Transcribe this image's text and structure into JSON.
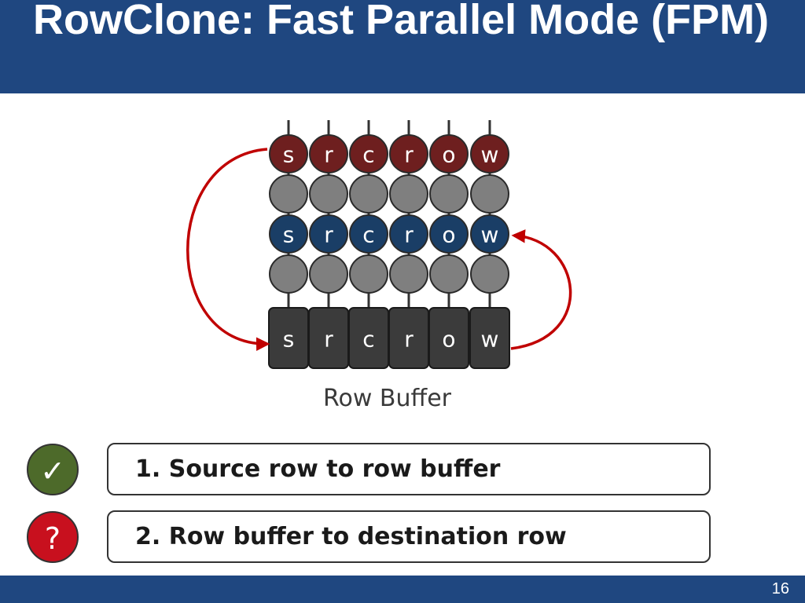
{
  "slide": {
    "title": "RowClone: Fast Parallel Mode (FPM)",
    "page_number": "16"
  },
  "diagram": {
    "source_row": [
      "s",
      "r",
      "c",
      "r",
      "o",
      "w"
    ],
    "destination_row": [
      "s",
      "r",
      "c",
      "r",
      "o",
      "w"
    ],
    "row_buffer": [
      "s",
      "r",
      "c",
      "r",
      "o",
      "w"
    ],
    "row_buffer_label": "Row Buffer",
    "colors": {
      "source": "#6e1f1f",
      "destination": "#1a3e66",
      "empty": "#7f7f7f",
      "buffer": "#3b3b3b",
      "arrow": "#c00000"
    }
  },
  "steps": [
    {
      "label": "1. Source row to row buffer",
      "status": "done",
      "icon": "checkmark-icon",
      "symbol": "✓"
    },
    {
      "label": "2. Row buffer to destination row",
      "status": "pending",
      "icon": "question-icon",
      "symbol": "?"
    }
  ],
  "colors": {
    "title_bar": "#1f4780",
    "done": "#4d6a2a",
    "pending": "#c8101e"
  }
}
